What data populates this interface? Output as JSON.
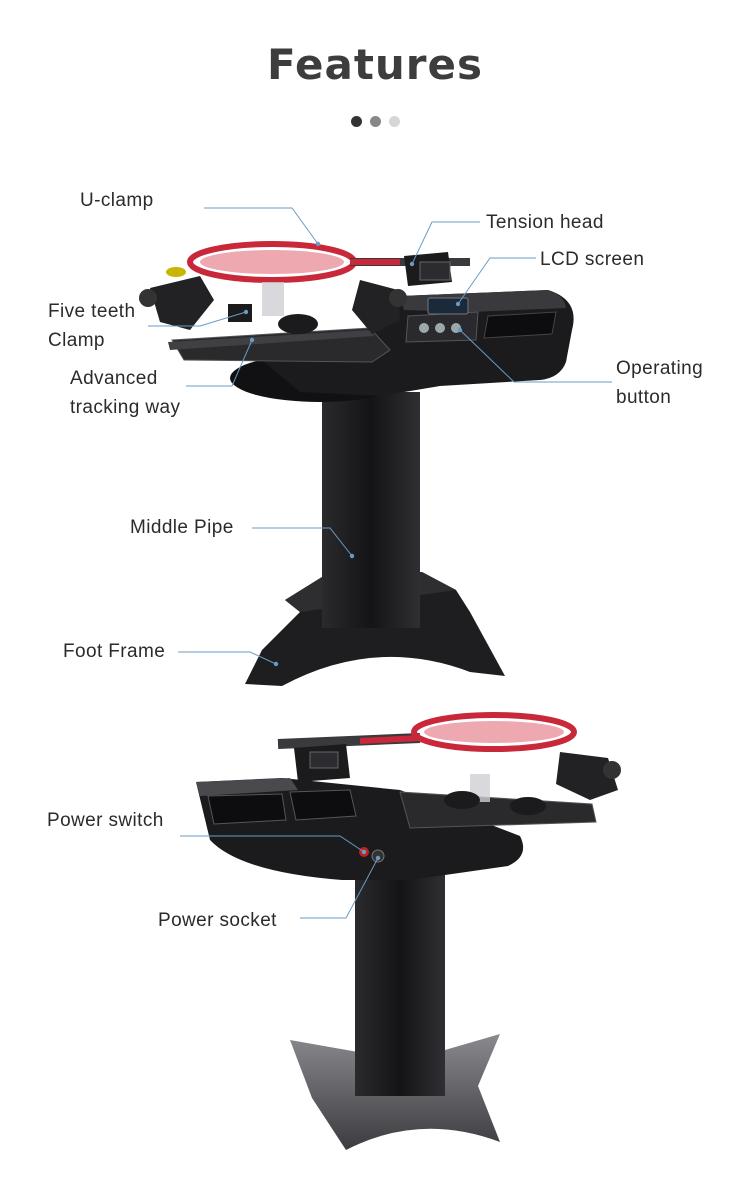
{
  "header": {
    "title": "Features",
    "carousel_dots": [
      {
        "color": "#333333",
        "active": true
      },
      {
        "color": "#888888",
        "active": false
      },
      {
        "color": "#d6d6d6",
        "active": false
      }
    ]
  },
  "callouts_top": {
    "u_clamp": "U-clamp",
    "tension_head": "Tension head",
    "lcd_screen": "LCD screen",
    "five_teeth_clamp": [
      "Five teeth",
      "Clamp"
    ],
    "advanced_tracking_way": [
      "Advanced",
      "tracking way"
    ],
    "operating_button": [
      "Operating",
      "button"
    ],
    "middle_pipe": "Middle Pipe",
    "foot_frame": "Foot Frame"
  },
  "callouts_bottom": {
    "power_switch": "Power switch",
    "power_socket": "Power socket"
  },
  "colors": {
    "leader_line": "#6a9bc4",
    "machine_body": "#1c1c1e",
    "racket_frame": "#c8283a"
  }
}
